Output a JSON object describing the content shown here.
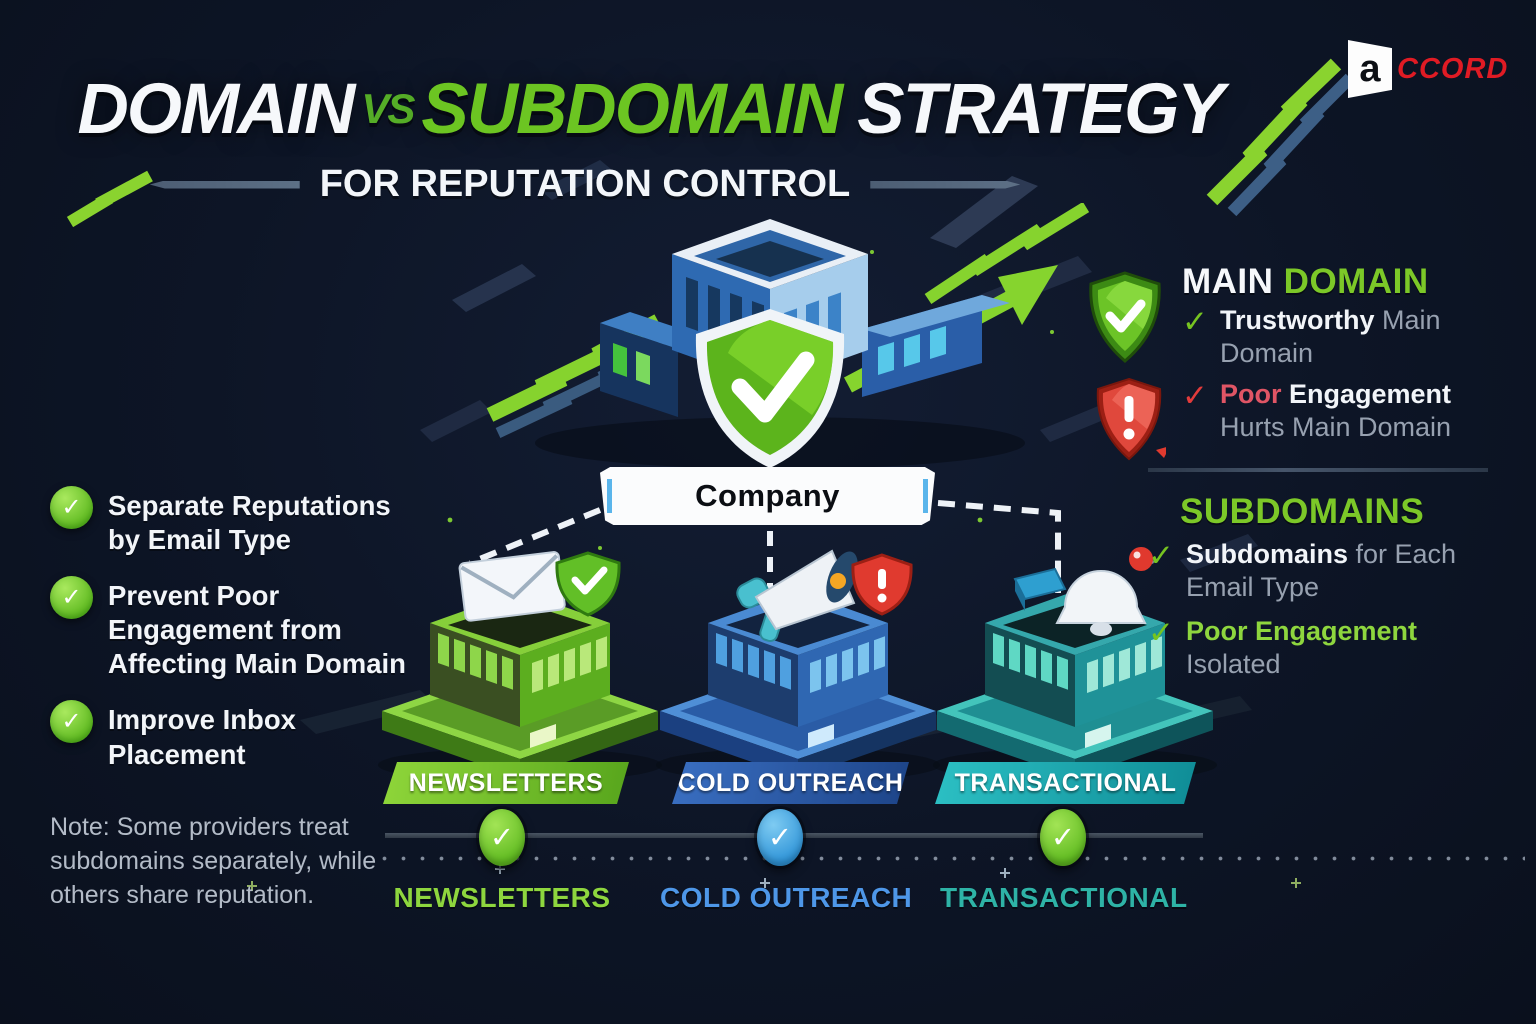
{
  "brand": {
    "mark_letter": "a",
    "name_rest": "CCORD"
  },
  "header": {
    "title_word1": "DOMAIN",
    "title_vs": "VS",
    "title_word2": "SUBDOMAIN",
    "title_word3": "STRATEGY",
    "subtitle": "FOR REPUTATION CONTROL"
  },
  "icons": {
    "check": "✓",
    "exclamation": "!"
  },
  "company": {
    "label": "Company"
  },
  "benefits": {
    "items": [
      {
        "label": "Separate Reputations by Email Type"
      },
      {
        "label": "Prevent Poor Engagement from Affecting Main Domain"
      },
      {
        "label": "Improve Inbox Placement"
      }
    ]
  },
  "note": {
    "text": "Note: Some providers treat subdomains separately, while others share reputation."
  },
  "main_domain": {
    "heading_white": "MAIN",
    "heading_green": "DOMAIN",
    "item1": {
      "bold": "Trustworthy",
      "muted": " Main Domain"
    },
    "item2": {
      "red": "Poor",
      "bold": " Engagement",
      "muted": "Hurts Main Domain"
    }
  },
  "subdomains": {
    "heading": "SUBDOMAINS",
    "item1": {
      "bold": "Subdomains",
      "muted": " for Each Email Type"
    },
    "item2": {
      "green": "Poor Engagement",
      "muted": "Isolated"
    }
  },
  "branches": {
    "newsletters": {
      "ribbon": "NEWSLETTERS",
      "label": "NEWSLETTERS"
    },
    "cold_outreach": {
      "ribbon": "COLD OUTREACH",
      "label": "COLD OUTREACH"
    },
    "transactional": {
      "ribbon": "TRANSACTIONAL",
      "label": "TRANSACTIONAL"
    }
  },
  "colors": {
    "lime": "#7cc832",
    "blue": "#2a5cab",
    "teal": "#13a0aa",
    "red": "#e03a2f",
    "label_green": "#8ed63e",
    "label_blue": "#4e97e8",
    "label_teal": "#2eb3a6",
    "background": "#0d1526"
  }
}
